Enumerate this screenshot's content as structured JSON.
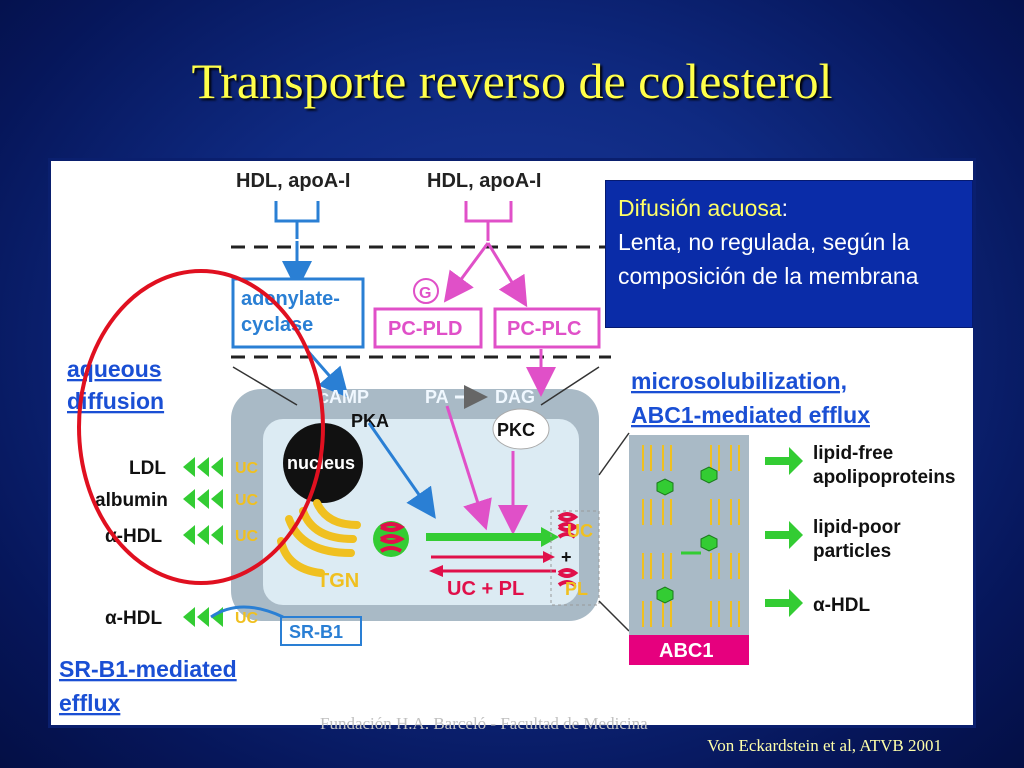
{
  "slide": {
    "title": "Transporte reverso de colesterol",
    "footer_institution": "Fundación H.A. Barceló - Facultad de Medicina",
    "citation": "Von Eckardstein et al, ATVB 2001"
  },
  "callout": {
    "heading": "Difusión acuosa",
    "colon": ":",
    "body": "Lenta, no regulada, según la composición de la membrana"
  },
  "diagram": {
    "top_left_ligand": "HDL, apoA-I",
    "top_right_ligand": "HDL, apoA-I",
    "adenylate_cyclase": "adenylate-\ncyclase",
    "g_protein": "G",
    "pc_pld": "PC-PLD",
    "pc_plc": "PC-PLC",
    "camp": "cAMP",
    "pa": "PA",
    "dag": "DAG",
    "pka": "PKA",
    "pkc": "PKC",
    "nucleus": "nucleus",
    "tgn": "TGN",
    "uc_pl": "UC + PL",
    "uc": "UC",
    "pl": "PL",
    "plus": "+",
    "aqueous_diffusion": "aqueous\ndiffusion",
    "ldl": "LDL",
    "albumin": "albumin",
    "alpha_hdl_1": "α-HDL",
    "alpha_hdl_2": "α-HDL",
    "sr_b1": "SR-B1",
    "sr_b1_efflux": "SR-B1-mediated\nefflux",
    "microsolubilization": "microsolubilization,\nABC1-mediated efflux",
    "lipid_free": "lipid-free\napolipoproteins",
    "lipid_poor": "lipid-poor\nparticles",
    "alpha_hdl_3": "α-HDL",
    "abc1": "ABC1"
  },
  "colors": {
    "title": "#ffff4a",
    "blue_path": "#2a7fd4",
    "magenta_path": "#e050c8",
    "green_arrow": "#33cc33",
    "red_arrow": "#e0104a",
    "cell": "#a9bac6",
    "cytoplasm": "#dcebf3",
    "annotation_circle": "#e01020"
  }
}
